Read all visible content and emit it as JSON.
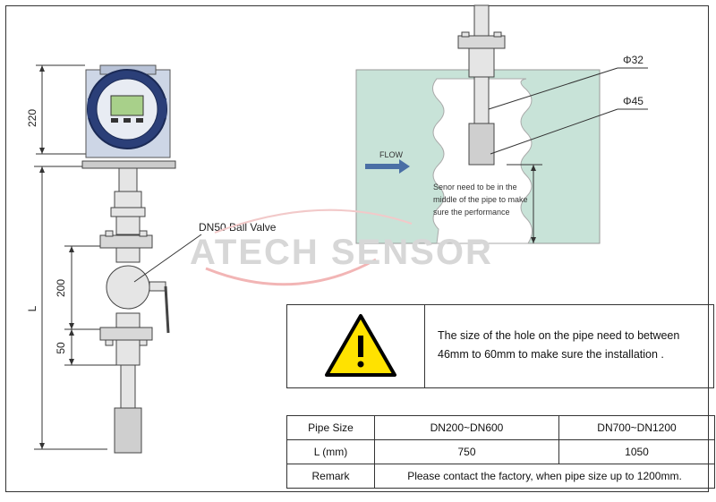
{
  "left_drawing": {
    "dim_top": "220",
    "dim_length": "L",
    "dim_valve": "200",
    "dim_flange": "50",
    "valve_label": "DN50 Ball Valve"
  },
  "right_drawing": {
    "dia_rod": "Φ32",
    "dia_sensor": "Φ45",
    "flow_label": "FLOW",
    "note_lines": [
      "Senor need to be in the",
      "middle of the pipe to make",
      "sure the performance"
    ]
  },
  "watermark": "ATECH SENSOR",
  "warning": {
    "text": "The size of the hole on the pipe need to between 46mm to 60mm to make sure the installation ."
  },
  "table": {
    "rows": [
      [
        "Pipe Size",
        "DN200~DN600",
        "DN700~DN1200"
      ],
      [
        "L (mm)",
        "750",
        "1050"
      ]
    ],
    "remark_label": "Remark",
    "remark_text": "Please contact the factory, when pipe size up to 1200mm."
  },
  "colors": {
    "water": "#c8e3d8",
    "warning_yellow": "#ffe200",
    "flow_arrow": "#4a6fa5",
    "transmitter_blue": "#2b3f78"
  }
}
